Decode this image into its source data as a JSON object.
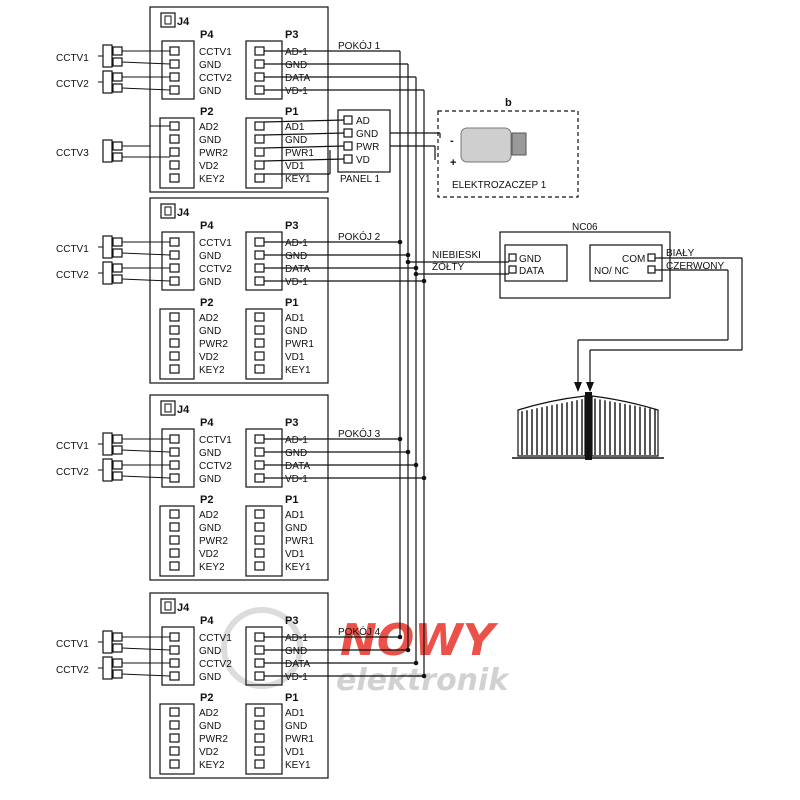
{
  "rooms": [
    {
      "header": "J4",
      "room_label": "POKÓJ 1"
    },
    {
      "header": "J4",
      "room_label": "POKÓJ 2"
    },
    {
      "header": "J4",
      "room_label": "POKÓJ 3"
    },
    {
      "header": "J4",
      "room_label": "POKÓJ 4"
    }
  ],
  "connectors": {
    "p4": {
      "title": "P4",
      "pins": [
        "CCTV1",
        "GND",
        "CCTV2",
        "GND"
      ]
    },
    "p3": {
      "title": "P3",
      "pins": [
        "AD-1",
        "GND",
        "DATA",
        "VD-1"
      ]
    },
    "p2": {
      "title": "P2",
      "pins": [
        "AD2",
        "GND",
        "PWR2",
        "VD2",
        "KEY2"
      ]
    },
    "p1": {
      "title": "P1",
      "pins": [
        "AD1",
        "GND",
        "PWR1",
        "VD1",
        "KEY1"
      ]
    }
  },
  "cameras": {
    "cctv1": "CCTV1",
    "cctv2": "CCTV2",
    "cctv3": "CCTV3"
  },
  "panel": {
    "title": "PANEL 1",
    "pins": [
      "AD",
      "GND",
      "PWR",
      "VD"
    ]
  },
  "lock": {
    "tag": "b",
    "title": "ELEKTROZACZEP 1",
    "minus": "-",
    "plus": "+"
  },
  "nc06": {
    "title": "NC06",
    "left_pins": [
      "GND",
      "DATA"
    ],
    "right_pins": [
      "COM",
      "NO/ NC"
    ],
    "wire_left": [
      "NIEBIESKI",
      "ŻÓŁTY"
    ],
    "wire_right": [
      "BIAŁY",
      "CZERWONY"
    ]
  },
  "watermark": {
    "line1": "NOWY",
    "line2": "elektronik"
  },
  "colors": {
    "ink": "#111111",
    "watermark_red": "#e8322a",
    "watermark_gray": "#c9c9c9"
  }
}
